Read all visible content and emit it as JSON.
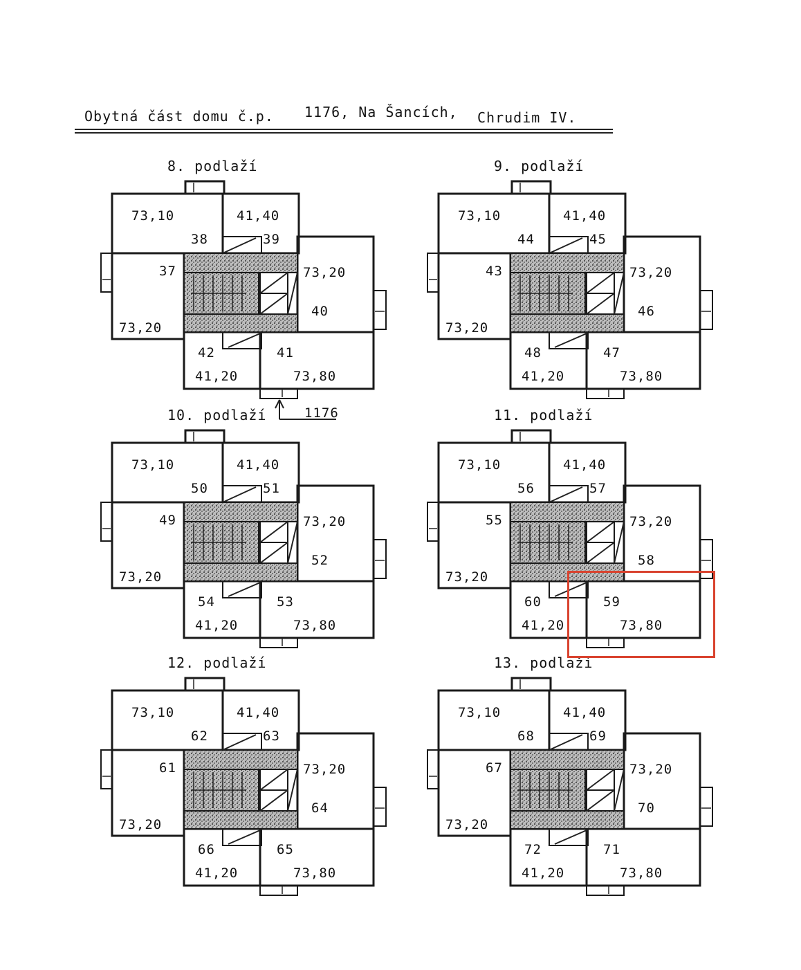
{
  "document": {
    "header": {
      "left": "Obytná část domu č.p.",
      "address": "1176, Na Šancích,",
      "city": "Chrudim IV."
    },
    "entry_label": "1176",
    "floors": [
      {
        "title": "8. podlaží",
        "areas": [
          "73,10",
          "41,40",
          "73,20",
          "73,20",
          "41,20",
          "73,80"
        ],
        "units": [
          "38",
          "39",
          "37",
          "40",
          "42",
          "41"
        ]
      },
      {
        "title": "9. podlaží",
        "areas": [
          "73,10",
          "41,40",
          "73,20",
          "73,20",
          "41,20",
          "73,80"
        ],
        "units": [
          "44",
          "45",
          "43",
          "46",
          "48",
          "47"
        ]
      },
      {
        "title": "10. podlaží",
        "areas": [
          "73,10",
          "41,40",
          "73,20",
          "73,20",
          "41,20",
          "73,80"
        ],
        "units": [
          "50",
          "51",
          "49",
          "52",
          "54",
          "53"
        ]
      },
      {
        "title": "11. podlaží",
        "areas": [
          "73,10",
          "41,40",
          "73,20",
          "73,20",
          "41,20",
          "73,80"
        ],
        "units": [
          "56",
          "57",
          "55",
          "58",
          "60",
          "59"
        ]
      },
      {
        "title": "12. podlaží",
        "areas": [
          "73,10",
          "41,40",
          "73,20",
          "73,20",
          "41,20",
          "73,80"
        ],
        "units": [
          "62",
          "63",
          "61",
          "64",
          "66",
          "65"
        ]
      },
      {
        "title": "13. podlaží",
        "areas": [
          "73,10",
          "41,40",
          "73,20",
          "73,20",
          "41,20",
          "73,80"
        ],
        "units": [
          "68",
          "69",
          "67",
          "70",
          "72",
          "71"
        ]
      }
    ],
    "highlight_color": "#d9432f"
  }
}
